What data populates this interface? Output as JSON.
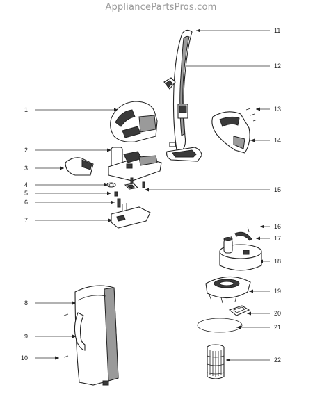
{
  "watermark": "AppliancePartsPros.com",
  "callouts": [
    "1",
    "2",
    "3",
    "4",
    "5",
    "6",
    "7",
    "8",
    "9",
    "10",
    "11",
    "12",
    "13",
    "14",
    "15",
    "16",
    "17",
    "18",
    "19",
    "20",
    "21",
    "22"
  ]
}
